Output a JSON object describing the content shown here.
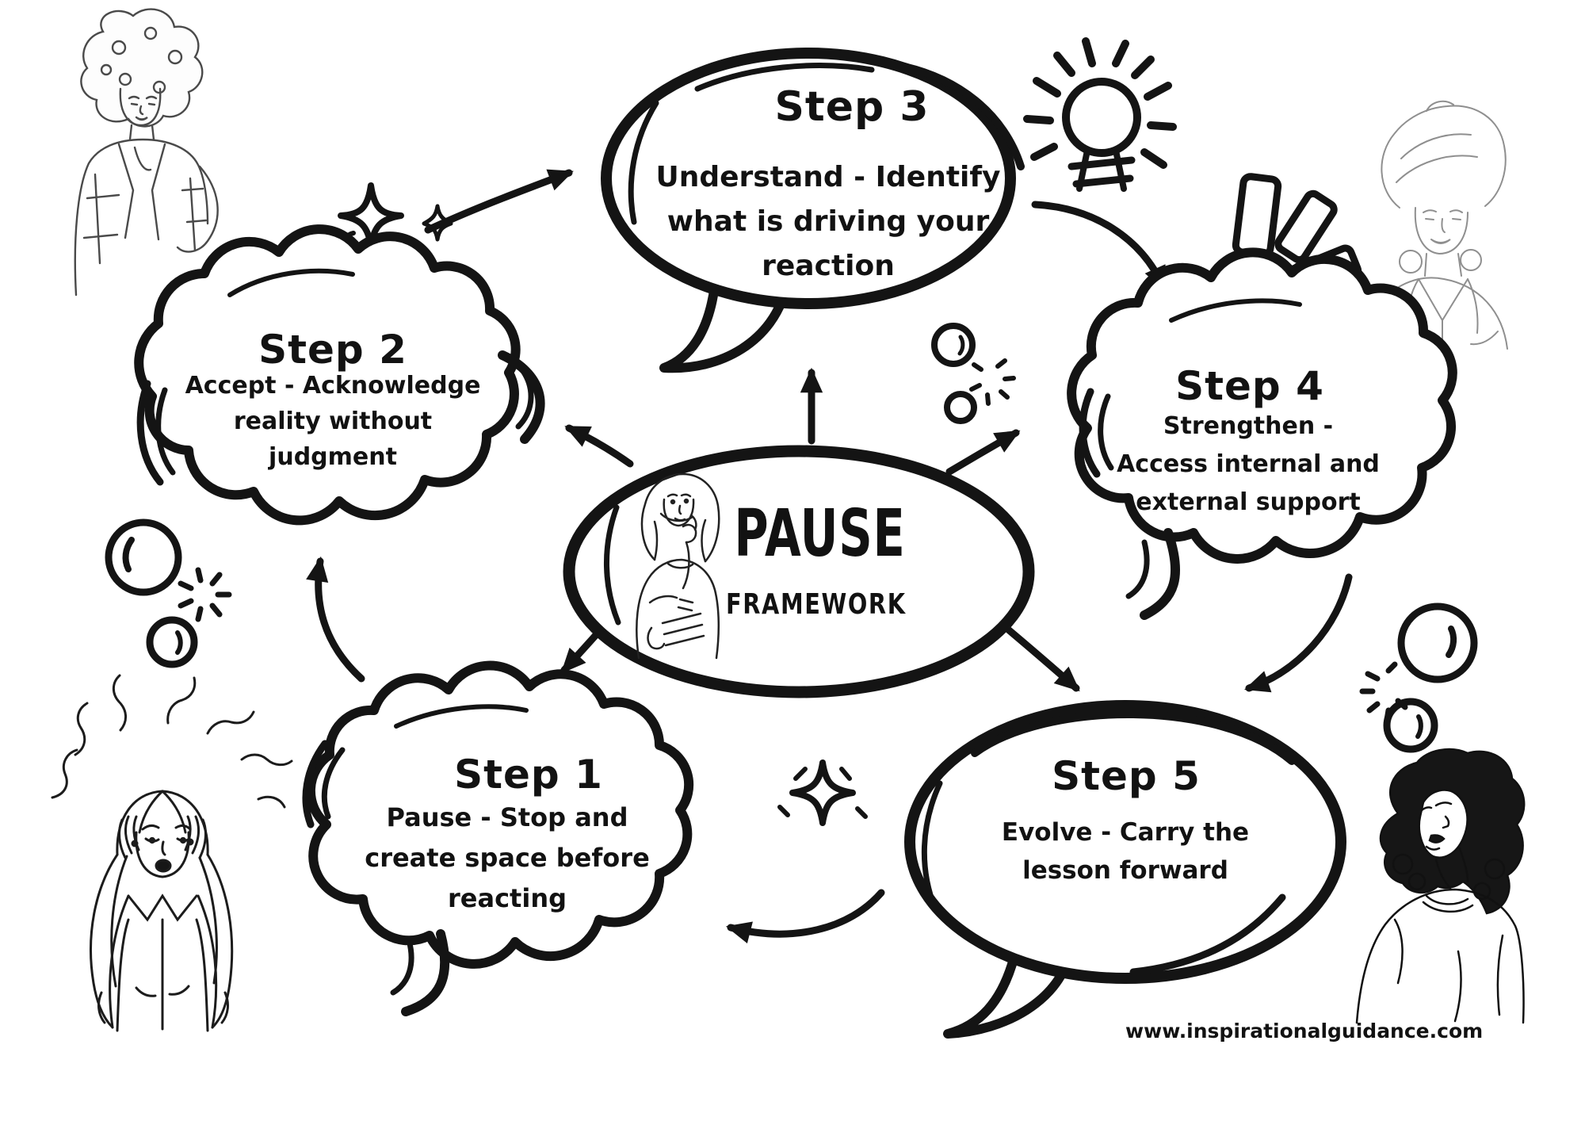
{
  "poster": {
    "center": {
      "title": "PAUSE",
      "subtitle": "FRAMEWORK"
    },
    "steps": [
      {
        "label": "Step 1",
        "text": "Pause - Stop and\ncreate space before\nreacting"
      },
      {
        "label": "Step 2",
        "text": "Accept - Acknowledge\nreality without\njudgment"
      },
      {
        "label": "Step 3",
        "text": "Understand - Identify\nwhat is driving your\nreaction"
      },
      {
        "label": "Step 4",
        "text": "Strengthen -\nAccess internal and\nexternal support"
      },
      {
        "label": "Step 5",
        "text": "Evolve - Carry the\nlesson forward"
      }
    ],
    "website": "www.inspirationalguidance.com",
    "colors": {
      "ink": "#141414",
      "background": "#ffffff"
    },
    "icons": [
      "lightbulb-icon",
      "sparkle-icon",
      "exclamation-marks-icon",
      "bubble-doodle-icon",
      "arrow-icon"
    ],
    "illustrations": [
      "thinking-woman-center",
      "woman-afro-top-left",
      "woman-headwrap-top-right",
      "stressed-woman-bottom-left",
      "woman-cap-bottom-right"
    ]
  }
}
